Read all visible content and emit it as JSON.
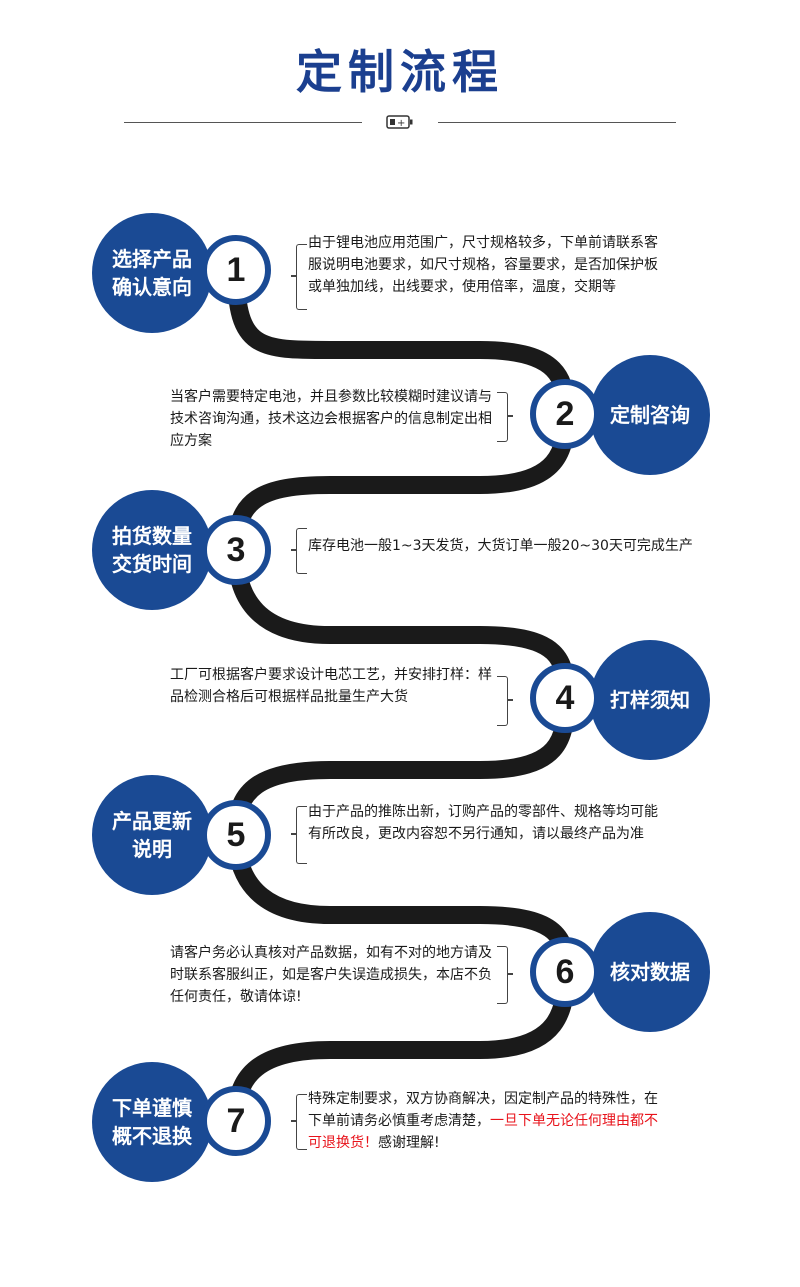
{
  "page": {
    "title": "定制流程"
  },
  "colors": {
    "primary": "#1a4a94",
    "path": "#1a1a1a",
    "warning": "#e8131b"
  },
  "steps": [
    {
      "number": "1",
      "label": "选择产品\n确认意向",
      "text": "由于锂电池应用范围广，尺寸规格较多，下单前请联系客服说明电池要求，如尺寸规格，容量要求，是否加保护板或单独加线，出线要求，使用倍率，温度，交期等"
    },
    {
      "number": "2",
      "label": "定制咨询",
      "text": "当客户需要特定电池，并且参数比较模糊时建议请与技术咨询沟通，技术这边会根据客户的信息制定出相应方案"
    },
    {
      "number": "3",
      "label": "拍货数量\n交货时间",
      "text": "库存电池一般1~3天发货，大货订单一般20~30天可完成生产"
    },
    {
      "number": "4",
      "label": "打样须知",
      "text": "工厂可根据客户要求设计电芯工艺，并安排打样：样品检测合格后可根据样品批量生产大货"
    },
    {
      "number": "5",
      "label": "产品更新\n说明",
      "text": "由于产品的推陈出新，订购产品的零部件、规格等均可能有所改良，更改内容恕不另行通知，请以最终产品为准"
    },
    {
      "number": "6",
      "label": "核对数据",
      "text": "请客户务必认真核对产品数据，如有不对的地方请及时联系客服纠正，如是客户失误造成损失，本店不负任何责任，敬请体谅!"
    },
    {
      "number": "7",
      "label": "下单谨慎\n概不退换",
      "text": "特殊定制要求，双方协商解决，因定制产品的特殊性，在下单前请务必慎重考虑清楚，",
      "warning": "一旦下单无论任何理由都不可退换货！",
      "tail": "感谢理解!"
    }
  ]
}
